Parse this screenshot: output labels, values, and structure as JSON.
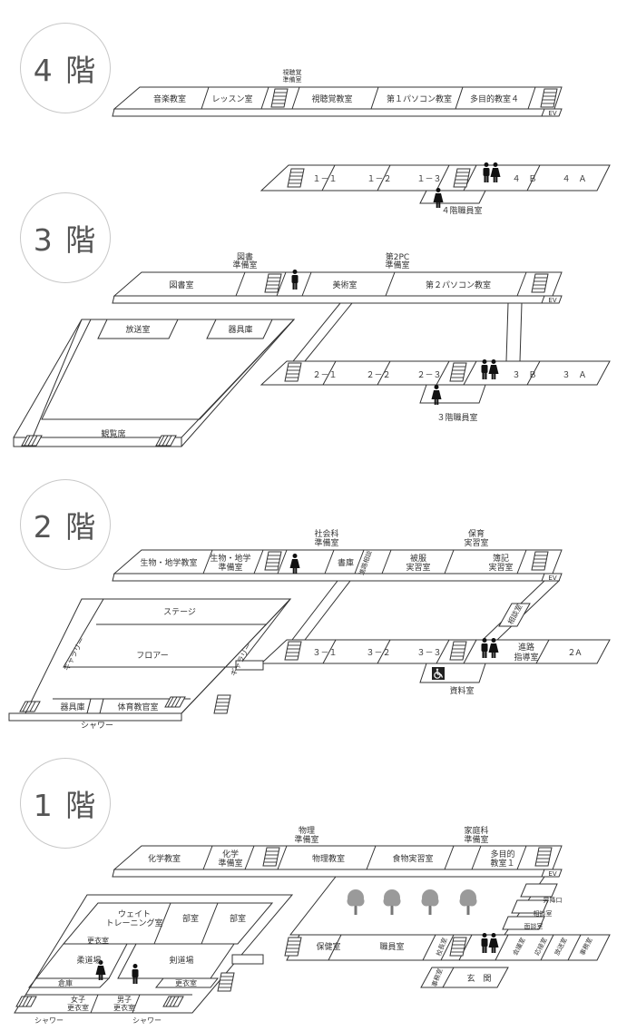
{
  "floors": [
    {
      "id": "4f",
      "label": "4 階"
    },
    {
      "id": "3f",
      "label": "3 階"
    },
    {
      "id": "2f",
      "label": "2 階"
    },
    {
      "id": "1f",
      "label": "1 階"
    }
  ],
  "f4": {
    "rooms": [
      "音楽教室",
      "レッスン室",
      "視聴覚教室",
      "第１パソコン教室",
      "多目的教室４"
    ],
    "prep_room": [
      "視聴覚",
      "準備室"
    ],
    "ev": "EV",
    "classrooms": [
      "１－１",
      "１－２",
      "１－３",
      "４　Ｂ",
      "４　Ａ"
    ],
    "staff_room": "４階職員室"
  },
  "f3": {
    "rooms": [
      "図書室",
      "美術室",
      "第２パソコン教室"
    ],
    "library_prep": [
      "図書",
      "準備室"
    ],
    "pc_prep": [
      "第2PC",
      "準備室"
    ],
    "ev": "EV",
    "gym_rooms": [
      "放送室",
      "器具庫",
      "観覧席"
    ],
    "classrooms": [
      "２－１",
      "２－２",
      "２－３",
      "３　Ｂ",
      "３　Ａ"
    ],
    "staff_room": "３階職員室"
  },
  "f2": {
    "rooms": [
      "生物・地学教室",
      "書庫"
    ],
    "bio_prep": [
      "生物・地学",
      "準備室"
    ],
    "social_prep": [
      "社会科",
      "準備室"
    ],
    "nursing_prep": [
      "保育",
      "実習室"
    ],
    "clothing_room": [
      "被服",
      "実習室"
    ],
    "bookkeeping_room": [
      "簿記",
      "実習室"
    ],
    "side_rooms": [
      "進路相談",
      "相談室"
    ],
    "ev": "EV",
    "gym": [
      "ステージ",
      "フロアー",
      "ギャラリー",
      "ギャラリー",
      "器具庫",
      "体育教官室",
      "シャワー"
    ],
    "classrooms": [
      "３－１",
      "３－２",
      "３－３",
      "２A"
    ],
    "career_room": [
      "進路",
      "指導室"
    ],
    "resource_room": "資料室"
  },
  "f1": {
    "rooms": [
      "化学教室",
      "物理教室",
      "食物実習室",
      "保健室",
      "職員室",
      "玄　関"
    ],
    "chem_prep": [
      "化学",
      "準備室"
    ],
    "phys_prep": [
      "物理",
      "準備室"
    ],
    "home_prep": [
      "家庭科",
      "準備室"
    ],
    "multi_room": [
      "多目的",
      "教室１"
    ],
    "ev": "EV",
    "side_labels": [
      "昇降口",
      "相談室",
      "面談室"
    ],
    "rotated": [
      "校長室",
      "事務室",
      "会議室",
      "応接室",
      "放送室",
      "事務室"
    ],
    "budo": [
      "ウェイト",
      "トレーニング室",
      "部室",
      "部室",
      "更衣室",
      "柔道場",
      "剣道場",
      "倉庫",
      "更衣室",
      "女子",
      "更衣室",
      "男子",
      "更衣室",
      "シャワー",
      "シャワー"
    ]
  }
}
